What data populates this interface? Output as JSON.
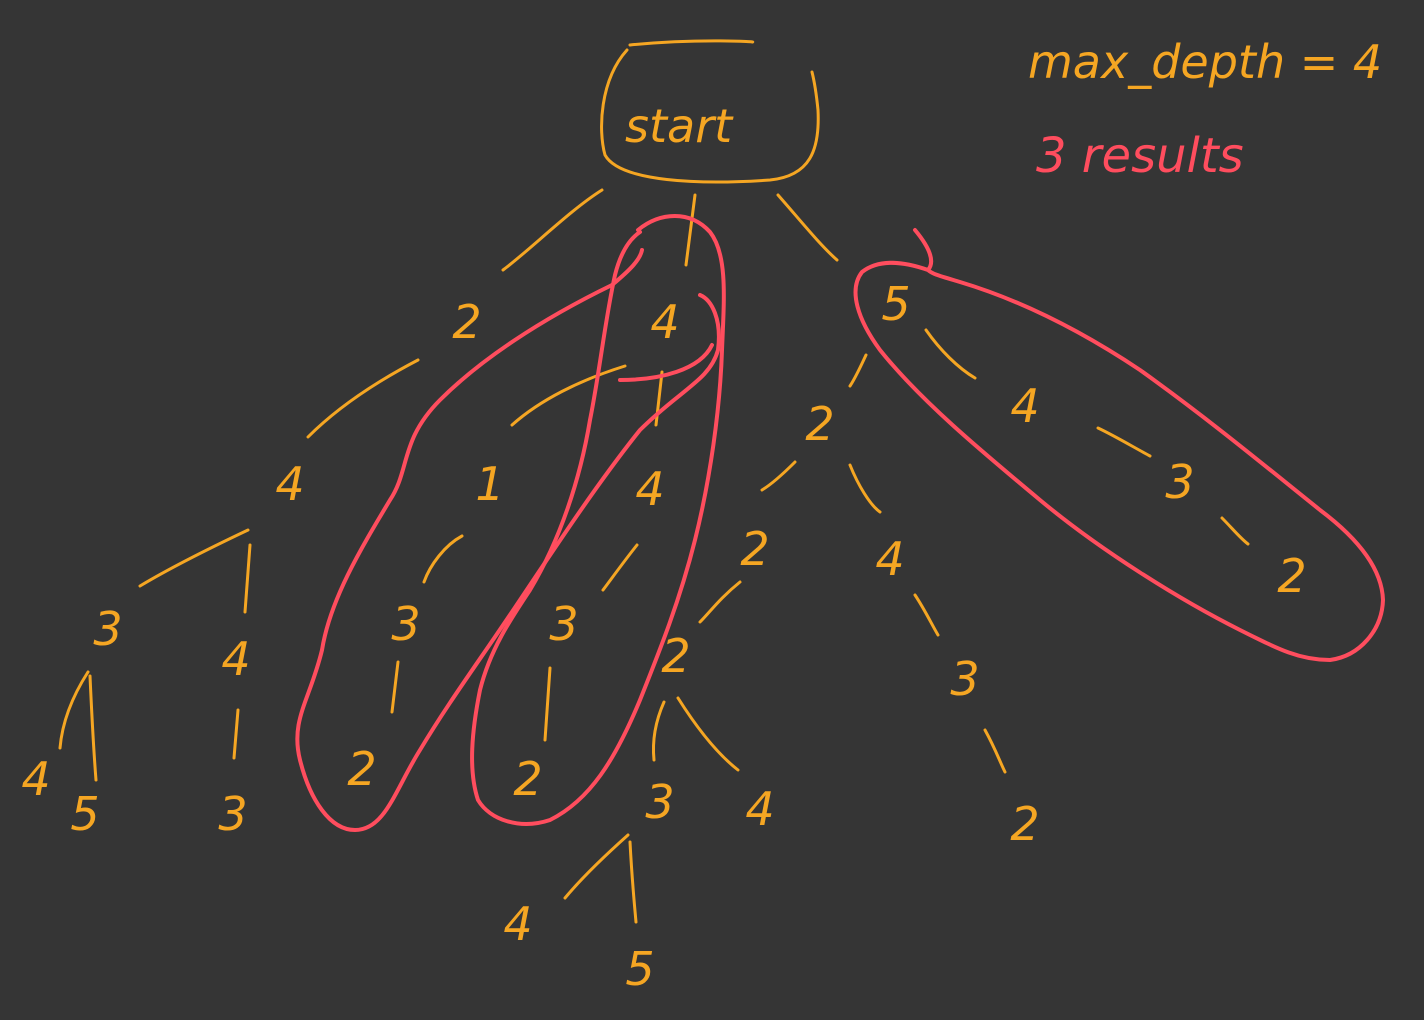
{
  "colors": {
    "background": "#353535",
    "tree": "#f5a623",
    "highlight": "#ff4d5e"
  },
  "header": {
    "max_depth": "max_depth = 4",
    "results": "3 results"
  },
  "tree": {
    "root": "start",
    "nodes": [
      "2",
      "4",
      "5",
      "4",
      "1",
      "4",
      "2",
      "4",
      "3",
      "4",
      "3",
      "3",
      "2",
      "4",
      "3",
      "4",
      "5",
      "3",
      "2",
      "2",
      "3",
      "4",
      "2",
      "4",
      "5",
      "3",
      "2"
    ]
  },
  "highlighted_paths": [
    [
      "4",
      "1",
      "3",
      "2"
    ],
    [
      "4",
      "4",
      "3",
      "2"
    ],
    [
      "5",
      "4",
      "3",
      "2"
    ]
  ]
}
